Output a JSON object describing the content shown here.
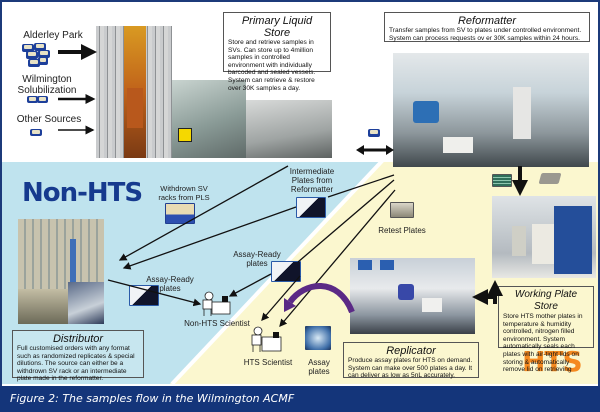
{
  "caption": "Figure 2: The samples flow in the Wilmington ACMF",
  "sources": [
    {
      "label": "Alderley Park"
    },
    {
      "label": "Wilmington Solubilization"
    },
    {
      "label": "Other Sources"
    }
  ],
  "primary_liquid_store": {
    "title": "Primary Liquid Store",
    "description": "Store and retrieve samples in SVs. Can store up to 4million samples in controlled environment with individually barcoded and sealed vessels. System can retrieve & restore over 30K samples a day."
  },
  "reformatter": {
    "title": "Reformatter",
    "description": "Transfer samples from SV to plates under controlled environment. System can process requests ov er 30K samples within 24 hours."
  },
  "regions": {
    "non_hts": {
      "label": "Non-HTS",
      "color": "#bfe3ee",
      "label_color": "#163a8e"
    },
    "hts": {
      "label": "HTS",
      "color": "#fbf7cf",
      "label_color": "#f5891f"
    }
  },
  "flow_labels": {
    "withdrawn_sv": "Withdrown SV racks from PLS",
    "intermediate_plates": "Intermediate Plates from Reformatter",
    "assay_ready_1": "Assay-Ready plates",
    "assay_ready_2": "Assay-Ready plates",
    "retest_plates": "Retest Plates",
    "assay_plates": "Assay plates",
    "non_hts_scientist": "Non-HTS Scientist",
    "hts_scientist": "HTS Scientist"
  },
  "distributor": {
    "title": "Distributor",
    "description": "Full customised orders with any format such as randomized replicates & special dilutions. The source can either be a withdrown SV rack or an intermediate plate made in the reformatter."
  },
  "replicator": {
    "title": "Replicator",
    "description": "Produce assay plates for HTS on demand. System can make over 500 plates a day. It can deliver as low as 5nL accurately."
  },
  "working_plate_store": {
    "title": "Working Plate Store",
    "description": "Store HTS mother plates in temperature & humidity controlled, nitrogen filled environment. System automatically seals each plates with air-tight lids on storing & automatically remove lid on retrieving"
  },
  "colors": {
    "frame": "#1c3a7a",
    "caption_bg": "#14357a",
    "plate_blue": "#1d3f9a"
  }
}
